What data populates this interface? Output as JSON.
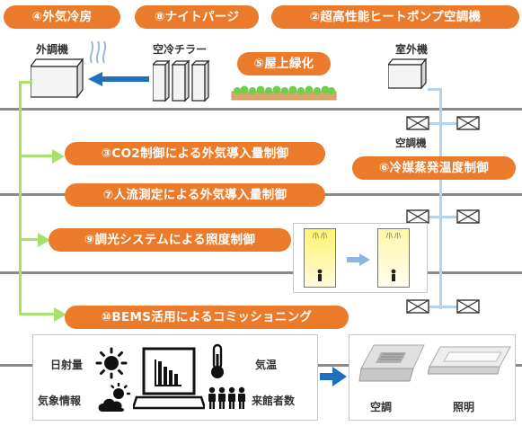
{
  "tags": {
    "t4": "④外気冷房",
    "t8": "⑧ナイトパージ",
    "t2": "②超高性能ヒートポンプ空調機",
    "t5": "⑤屋上緑化",
    "t3": "③CO2制御による外気導入量制御",
    "t6": "⑥冷媒蒸発温度制御",
    "t7": "⑦人流測定による外気導入量制御",
    "t9": "⑨調光システムによる照度制御",
    "t10": "⑩BEMS活用によるコミッショニング"
  },
  "equipment": {
    "ahu": "外調機",
    "chiller": "空冷チラー",
    "outdoor_unit": "室外機",
    "indoor_unit": "空調機"
  },
  "bems": {
    "solar": "日射量",
    "weather": "気象情報",
    "temperature": "気温",
    "visitors": "来館者数",
    "ac": "空調",
    "lighting": "照明"
  },
  "colors": {
    "tag_orange": "#ec7a2b",
    "lime_duct": "#a6e26b",
    "refrigerant_blue": "#b7d3ec",
    "arrow_blue": "#1f6fbf",
    "floor_gray": "#8a8a8a"
  },
  "icons": [
    "airflow-icon",
    "chiller-unit-icon",
    "sun-icon",
    "laptop-chart-icon",
    "thermometer-icon",
    "sun-cloud-icon",
    "people-icon",
    "ceiling-cassette-icon",
    "ceiling-light-icon",
    "person-icon"
  ]
}
